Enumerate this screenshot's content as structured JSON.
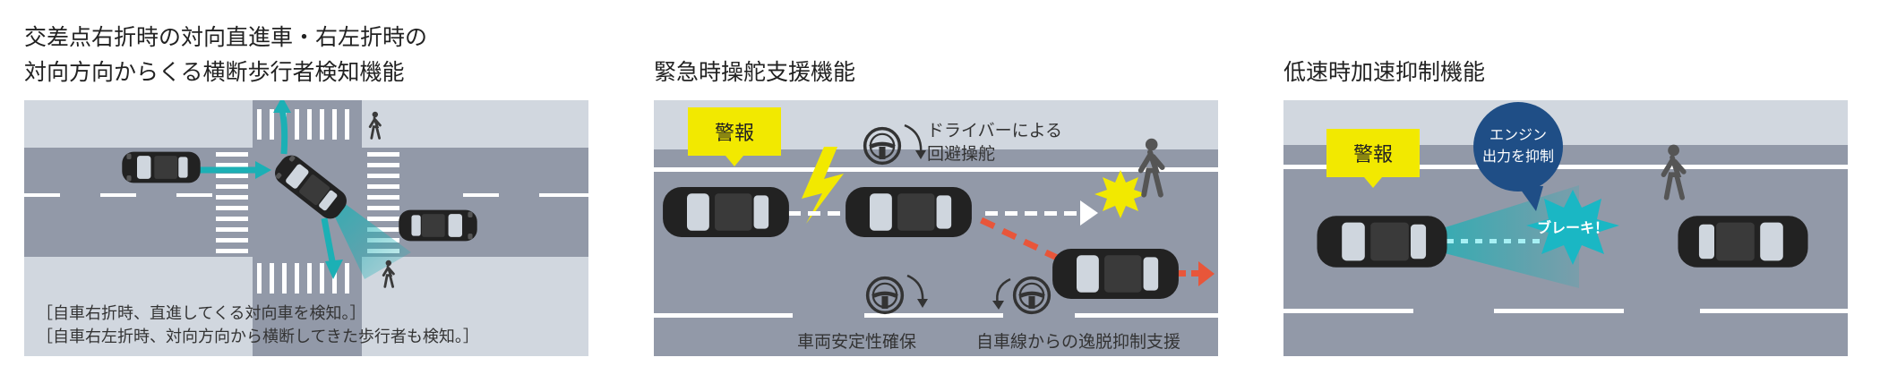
{
  "sections": [
    {
      "title_line1": "交差点右折時の対向直進車・右左折時の",
      "title_line2": "対向方向からくる横断歩行者検知機能",
      "caption_line1": "［自車右折時、直進してくる対向車を検知。］",
      "caption_line2": "［自車右左折時、対向方向から横断してきた歩行者も検知。］"
    },
    {
      "title": "緊急時操舵支援機能",
      "warning": "警報",
      "driver_line1": "ドライバーによる",
      "driver_line2": "回避操舵",
      "stability": "車両安定性確保",
      "lane_departure": "自車線からの逸脱抑制支援"
    },
    {
      "title": "低速時加速抑制機能",
      "warning": "警報",
      "engine_line1": "エンジン",
      "engine_line2": "出力を抑制",
      "brake": "ブレーキ！"
    }
  ],
  "colors": {
    "road": "#9299a8",
    "sidewalk": "#d1d7df",
    "car": "#222222",
    "teal": "#1cb0b5",
    "warning_yellow": "#f2e900",
    "orange": "#e8563a",
    "navy": "#1f4e86",
    "brake_cyan": "#1ab7c4"
  },
  "icons": [
    "car-icon",
    "pedestrian-icon",
    "steering-wheel-icon",
    "lightning-icon",
    "warning-sign-icon",
    "burst-icon"
  ]
}
